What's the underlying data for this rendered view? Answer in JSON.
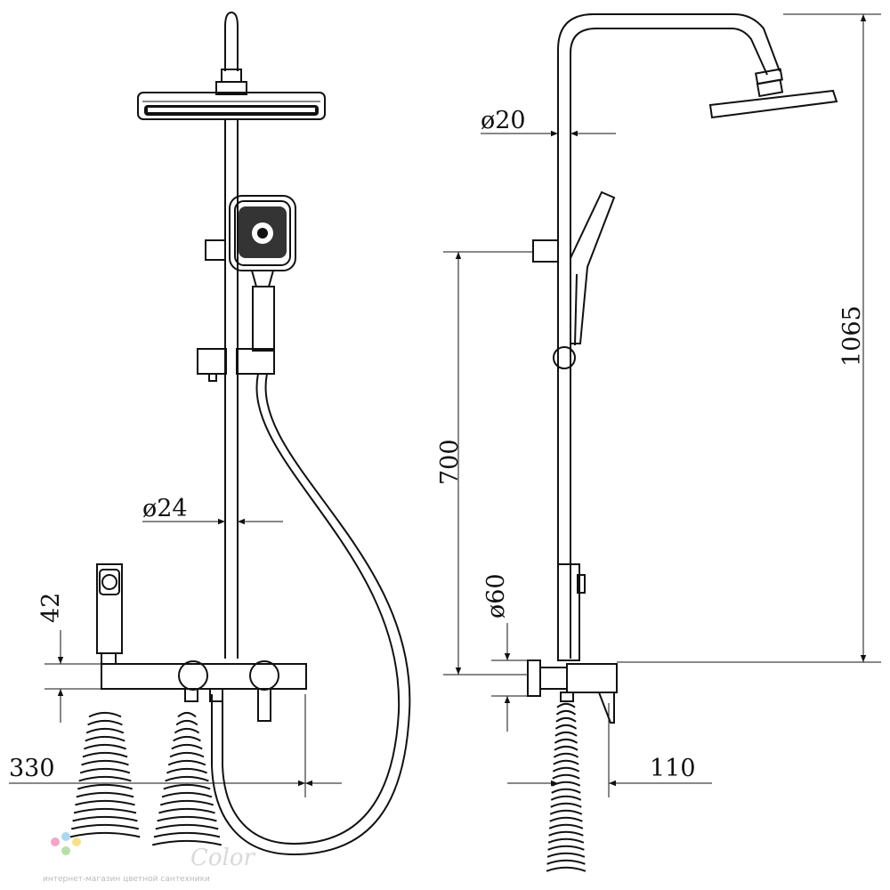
{
  "dimensions": {
    "d24": "ø24",
    "d20": "ø20",
    "d60": "ø60",
    "h42": "42",
    "w330": "330",
    "w110": "110",
    "h700": "700",
    "h1065": "1065"
  },
  "watermark": {
    "brand": "Color",
    "subtitle": "интернет-магазин цветной сантехники"
  }
}
